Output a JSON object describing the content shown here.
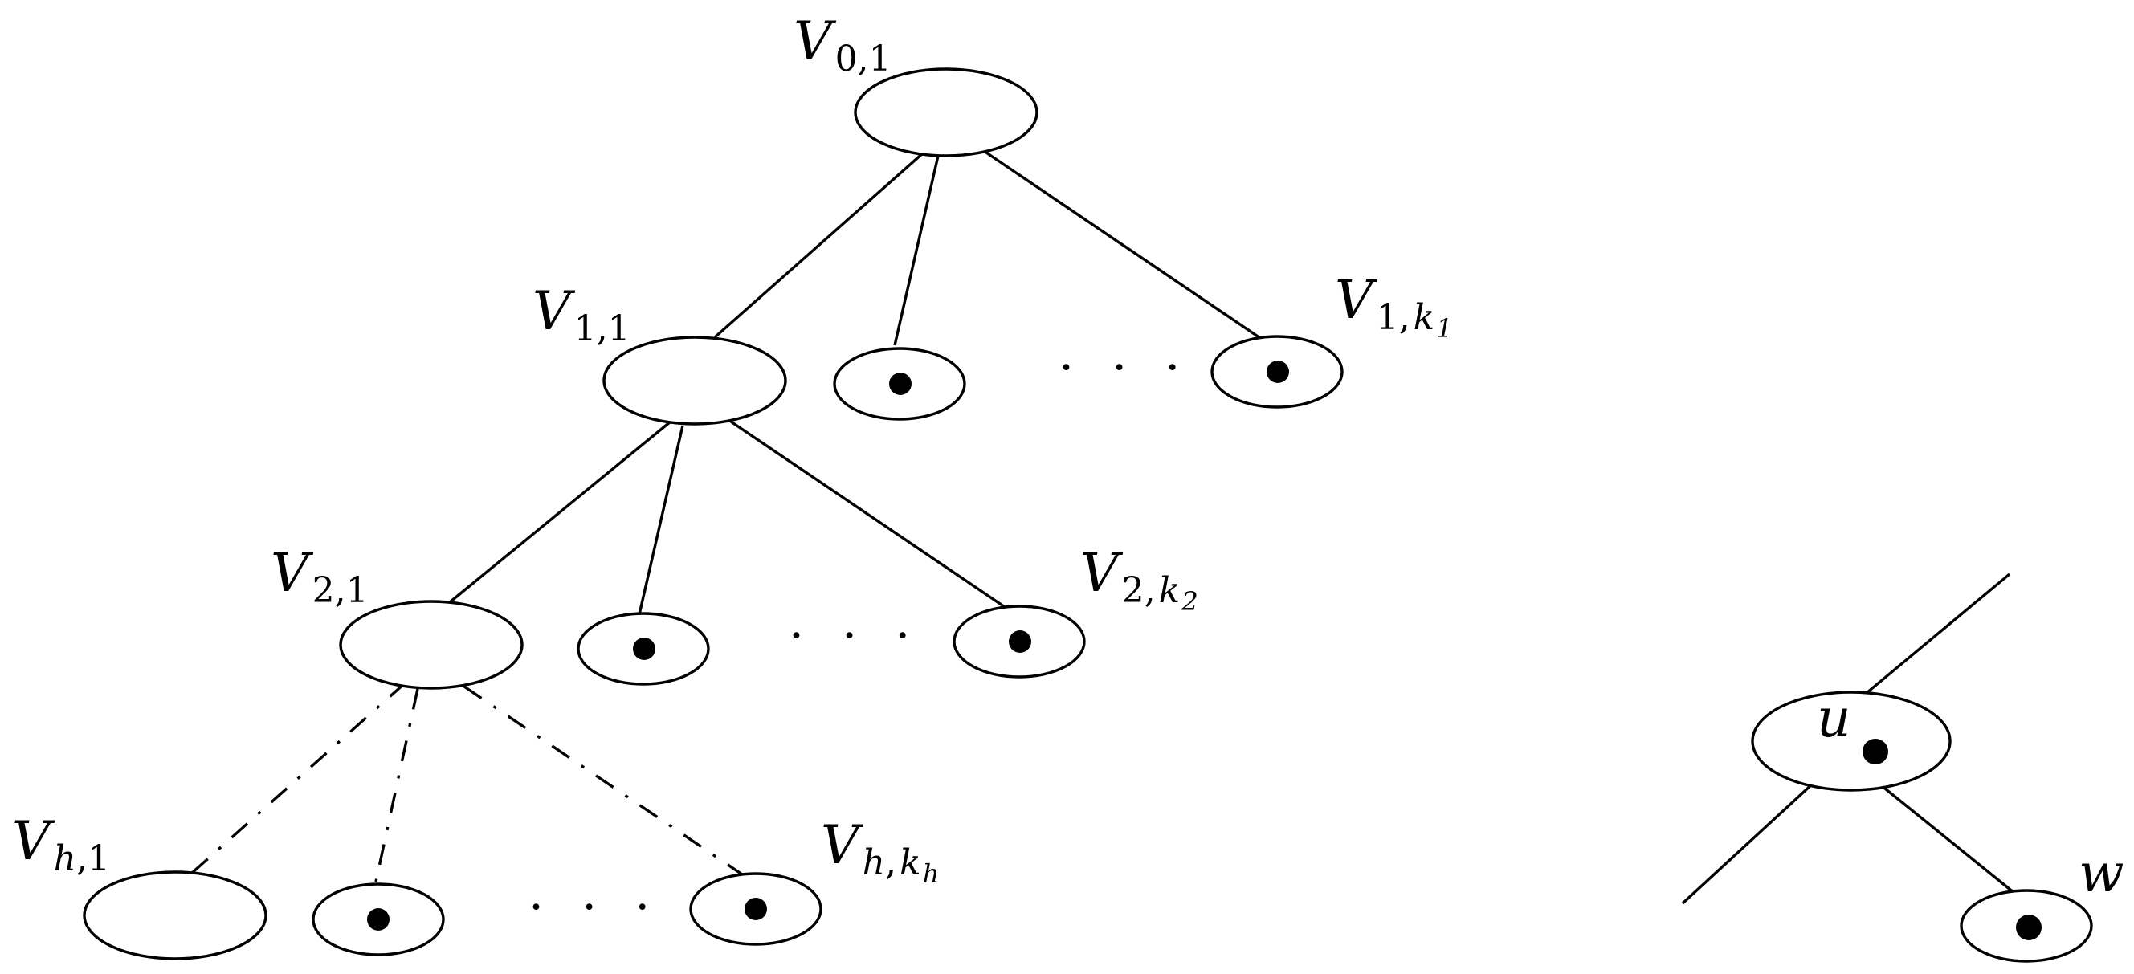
{
  "labels": {
    "v01": {
      "main": "V",
      "sub": "0,1"
    },
    "v11": {
      "main": "V",
      "sub": "1,1"
    },
    "v1k": {
      "main": "V",
      "sub": "1,",
      "sub_var": "k",
      "subsub": "1"
    },
    "v21": {
      "main": "V",
      "sub": "2,1"
    },
    "v2k": {
      "main": "V",
      "sub": "2,",
      "sub_var": "k",
      "subsub": "2"
    },
    "vh1": {
      "main": "V",
      "sub_var": "h",
      "sub": ",1"
    },
    "vhk": {
      "main": "V",
      "sub_var": "h",
      "sub": ",",
      "sub_var2": "k",
      "subsub": "h"
    },
    "u": "u",
    "w": "w",
    "ellipsis": "· · ·"
  }
}
